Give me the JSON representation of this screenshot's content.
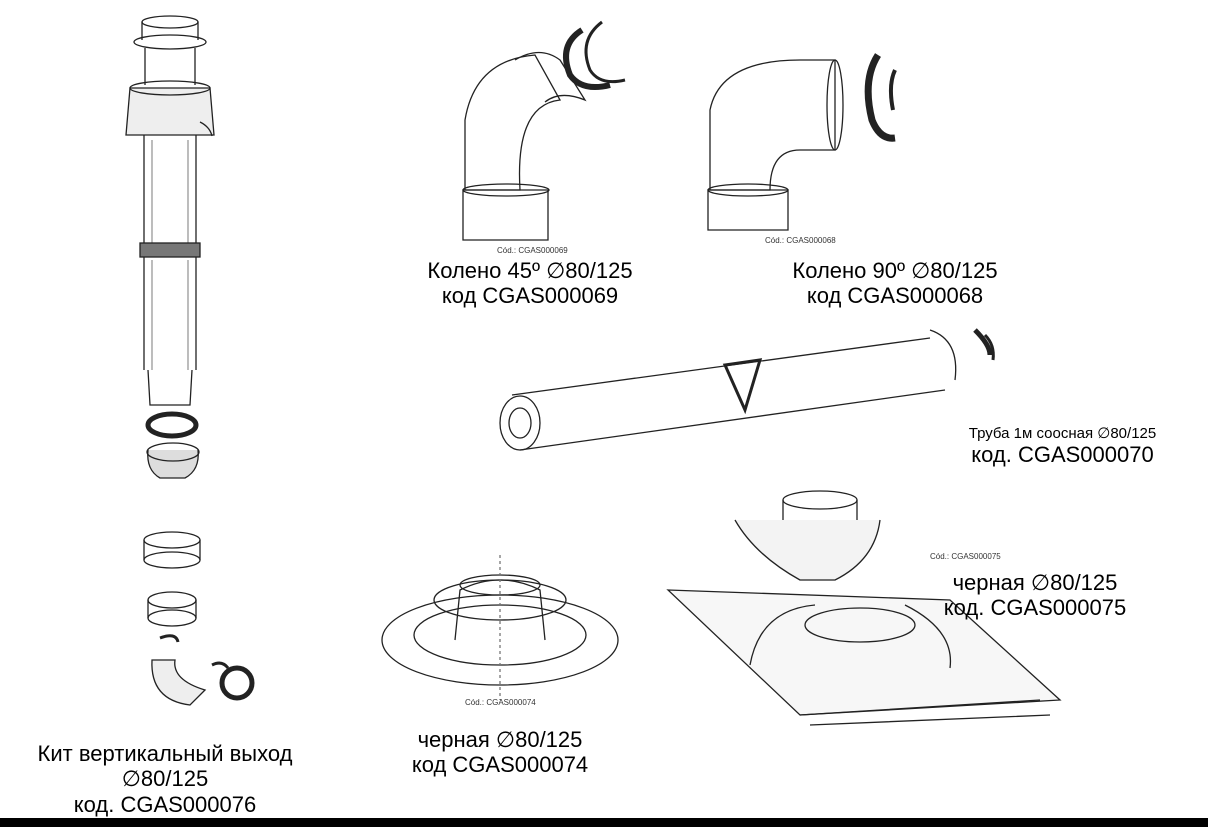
{
  "products": {
    "elbow45": {
      "cod": "Cód.: CGAS000069",
      "name": "Колено 45º ∅80/125",
      "code": "код CGAS000069"
    },
    "elbow90": {
      "cod": "Cód.: CGAS000068",
      "name": "Колено 90º ∅80/125",
      "code": "код CGAS000068"
    },
    "pipe": {
      "name": "Труба 1м  соосная ∅80/125",
      "code": "код. CGAS000070"
    },
    "roof_tile": {
      "cod": "Cód.: CGAS000075",
      "name": "черная ∅80/125",
      "code": "код. CGAS000075"
    },
    "flat_flashing": {
      "cod": "Cód.: CGAS000074",
      "name": "черная ∅80/125",
      "code": "код CGAS000074"
    },
    "vertical_kit": {
      "name": "Кит вертикальный выход",
      "size": "∅80/125",
      "code": "код. CGAS000076"
    }
  },
  "colors": {
    "background": "#ffffff",
    "line": "#000000",
    "bar": "#000000"
  }
}
